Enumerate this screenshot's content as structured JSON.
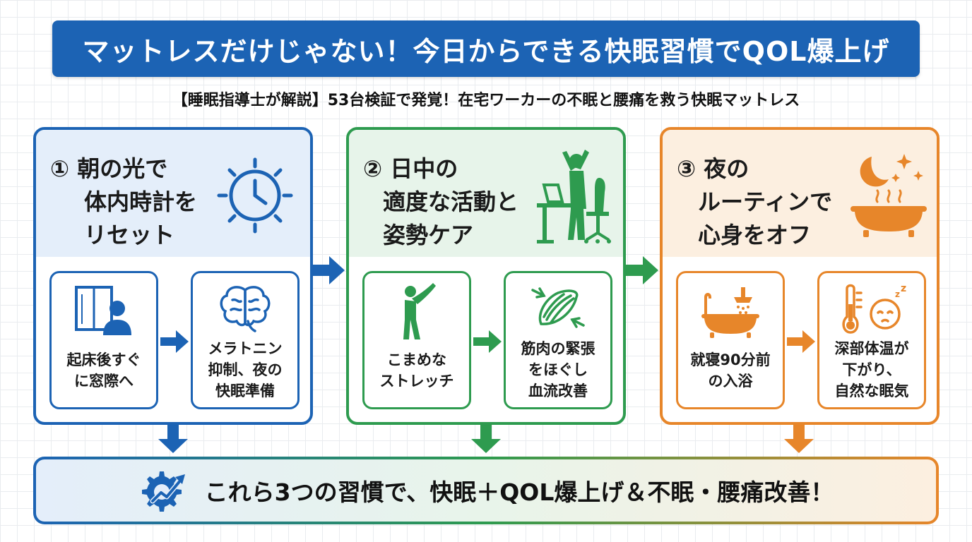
{
  "title": "マットレスだけじゃない！今日からできる快眠習慣でQOL爆上げ",
  "subtitle": "【睡眠指導士が解説】53台検証で発覚！在宅ワーカーの不眠と腰痛を救う快眠マットレス",
  "colors": {
    "blue": "#1c63b4",
    "green": "#2e9b4f",
    "orange": "#e7862a"
  },
  "panels": [
    {
      "title_lines": [
        "① 朝の光で",
        "体内時計を",
        "リセット"
      ],
      "icon": "sun-clock-icon",
      "cards": [
        {
          "icon": "window-person-icon",
          "lines": [
            "起床後すぐ",
            "に窓際へ"
          ]
        },
        {
          "icon": "brain-icon",
          "lines": [
            "メラトニン",
            "抑制、夜の",
            "快眠準備"
          ]
        }
      ]
    },
    {
      "title_lines": [
        "② 日中の",
        "適度な活動と",
        "姿勢ケア"
      ],
      "icon": "desk-stretch-icon",
      "cards": [
        {
          "icon": "stretching-person-icon",
          "lines": [
            "こまめな",
            "ストレッチ"
          ]
        },
        {
          "icon": "muscle-icon",
          "lines": [
            "筋肉の緊張",
            "をほぐし",
            "血流改善"
          ]
        }
      ]
    },
    {
      "title_lines": [
        "③ 夜の",
        "ルーティンで",
        "心身をオフ"
      ],
      "icon": "moon-bath-icon",
      "cards": [
        {
          "icon": "shower-bath-icon",
          "lines": [
            "就寝90分前",
            "の入浴"
          ]
        },
        {
          "icon": "thermometer-sleep-icon",
          "lines": [
            "深部体温が",
            "下がり、",
            "自然な眠気"
          ]
        }
      ]
    }
  ],
  "bottom": {
    "icon": "gear-growth-icon",
    "text": "これら3つの習慣で、快眠＋QOL爆上げ＆不眠・腰痛改善！"
  }
}
